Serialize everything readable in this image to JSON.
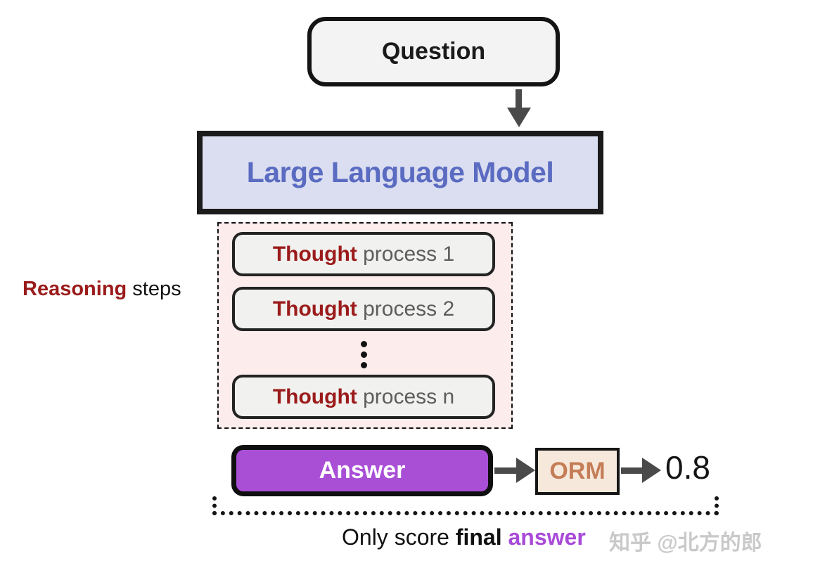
{
  "question_box": {
    "label": "Question"
  },
  "llm_box": {
    "label": "Large Language Model"
  },
  "reasoning_label": {
    "highlight": "Reasoning",
    "rest": " steps"
  },
  "thought_steps": [
    {
      "highlight": "Thought",
      "rest": " process 1"
    },
    {
      "highlight": "Thought",
      "rest": " process 2"
    },
    {
      "highlight": "Thought",
      "rest": " process n"
    }
  ],
  "answer_box": {
    "label": "Answer"
  },
  "orm_box": {
    "label": "ORM"
  },
  "score_value": "0.8",
  "caption": {
    "prefix": "Only score ",
    "bold": "final",
    "highlight": " answer"
  },
  "watermark": "知乎 @北方的郎",
  "colors": {
    "dark_red": "#9b1b1b",
    "answer_purple_fill": "#a94fd6",
    "answer_text_purple": "#a84ad8",
    "llm_lavender_fill": "#dadef0",
    "llm_text_blue": "#5a6bc1",
    "orm_fill": "#f6e9dc",
    "orm_text": "#c57d57",
    "steps_pink_fill": "#fdecec",
    "thought_gray_fill": "#f1f1ef",
    "arrow_gray": "#4a4a4a",
    "watermark_gray": "#c9c9c9"
  }
}
